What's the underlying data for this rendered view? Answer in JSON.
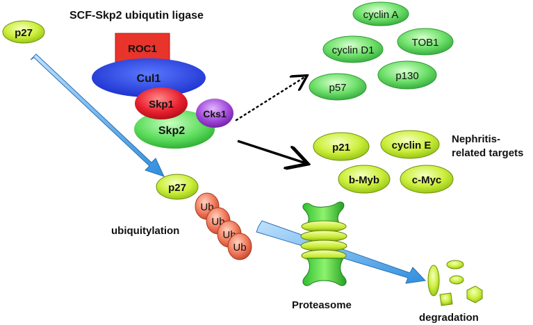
{
  "title": "SCF-Skp2 ubiqutin ligase",
  "substrate_top": "p27",
  "complex": {
    "roc1": "ROC1",
    "cul1": "Cul1",
    "skp1": "Skp1",
    "cks1": "Cks1",
    "skp2": "Skp2"
  },
  "other_targets": [
    "cyclin A",
    "cyclin D1",
    "TOB1",
    "p57",
    "p130"
  ],
  "nephritis_targets": [
    "p21",
    "cyclin E",
    "b-Myb",
    "c-Myc"
  ],
  "nephritis_label_line1": "Nephritis-",
  "nephritis_label_line2": "related targets",
  "substrate_ub": "p27",
  "ub_label": "Ub",
  "ubiquitylation": "ubiquitylation",
  "proteasome": "Proteasome",
  "degradation": "degradation",
  "colors": {
    "lime": "#c8ee3a",
    "green": "#5ad15a",
    "blue_arrow": "#4aa4e6",
    "red_roc1": "#e8342a",
    "cul1_blue": "#1f3fe0",
    "skp1_red": "#e01c2c",
    "cks1_purple": "#9a3fd0",
    "skp2_green": "#58dd58",
    "ub_orange": "#f07a50"
  }
}
